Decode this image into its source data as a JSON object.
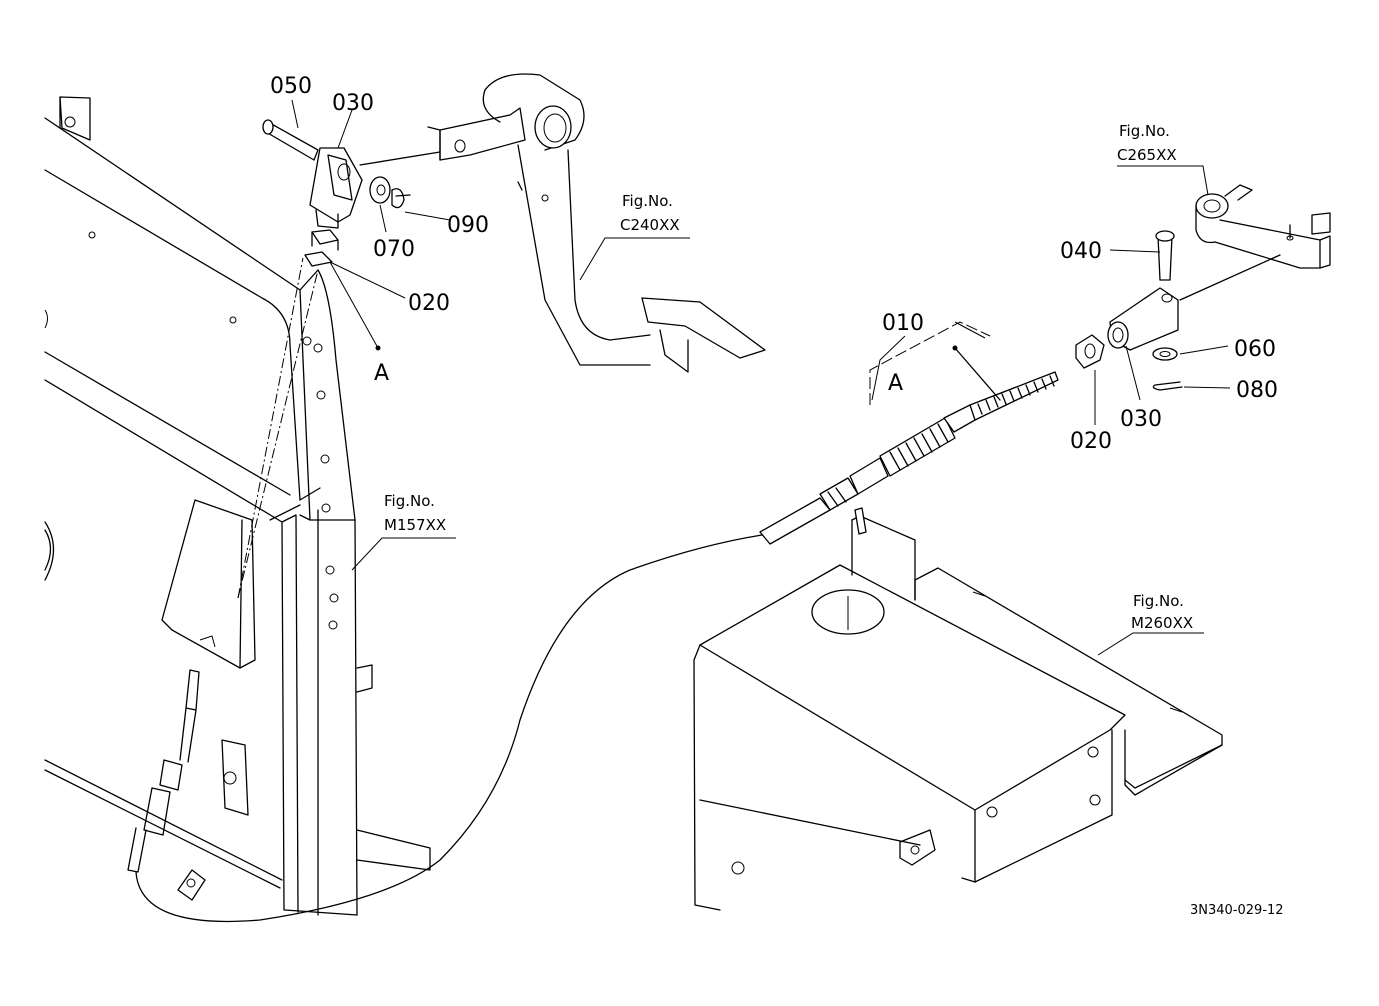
{
  "parts": {
    "p050": "050",
    "p030_top": "030",
    "p070": "070",
    "p090": "090",
    "p020_top": "020",
    "p040": "040",
    "p010": "010",
    "p060": "060",
    "p080": "080",
    "p020_right": "020",
    "p030_right": "030"
  },
  "views": {
    "a_top": "A",
    "a_right": "A"
  },
  "figrefs": {
    "c240": {
      "line1": "Fig.No.",
      "line2": "C240XX"
    },
    "c265": {
      "line1": "Fig.No.",
      "line2": "C265XX"
    },
    "m157": {
      "line1": "Fig.No.",
      "line2": "M157XX"
    },
    "m260": {
      "line1": "Fig.No.",
      "line2": "M260XX"
    }
  },
  "drawing_code": "3N340-029-12"
}
